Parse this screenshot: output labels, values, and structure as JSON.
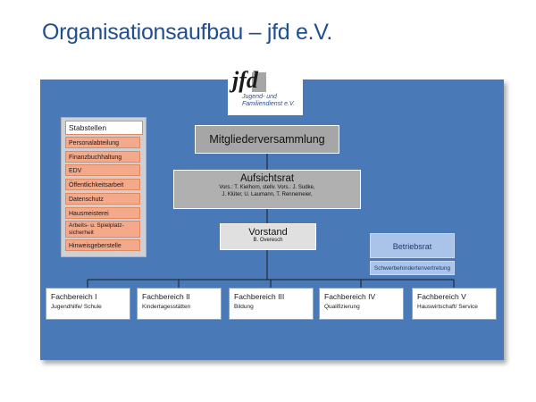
{
  "title": "Organisationsaufbau – jfd e.V.",
  "logo": {
    "mark": "jfd",
    "line1": "Jugend- und",
    "line2": "Familiendienst e.V."
  },
  "stabstellen": {
    "heading": "Stabstellen",
    "items": [
      "Personalabteilung",
      "Finanzbuchhaltung",
      "EDV",
      "Öffentlichkeitsarbeit",
      "Datenschutz",
      "Hausmeisterei",
      "Arbeits- u. Spielplatz-\nsicherheit",
      "Hinweisgeberstelle"
    ]
  },
  "mitgliederversammlung": "Mitgliederversammlung",
  "aufsichtsrat": {
    "title": "Aufsichtsrat",
    "line1": "Vors.: T. Kielhorn, stellv. Vors.: J. Sudke,",
    "line2": "J. Klüter, U. Laumann, T. Rennemeier,"
  },
  "vorstand": {
    "title": "Vorstand",
    "name": "B. Overesch"
  },
  "betriebsrat": "Betriebsrat",
  "schwerbehindertenvertretung": "Schwerbehindertenvertretung",
  "fachbereiche": [
    {
      "name": "Fachbereich I",
      "desc": "Jugendhilfe/ Schule"
    },
    {
      "name": "Fachbereich II",
      "desc": "Kindertagesstätten"
    },
    {
      "name": "Fachbereich III",
      "desc": "Bildung"
    },
    {
      "name": "Fachbereich IV",
      "desc": "Qualifizierung"
    },
    {
      "name": "Fachbereich V",
      "desc": "Hauswirtschaft/ Service"
    }
  ],
  "colors": {
    "title": "#1f4f8f",
    "panel": "#4a79b8",
    "stab_item": "#f4a98a",
    "gray_box": "#a6a6a6",
    "light_blue": "#a9c4e8"
  }
}
